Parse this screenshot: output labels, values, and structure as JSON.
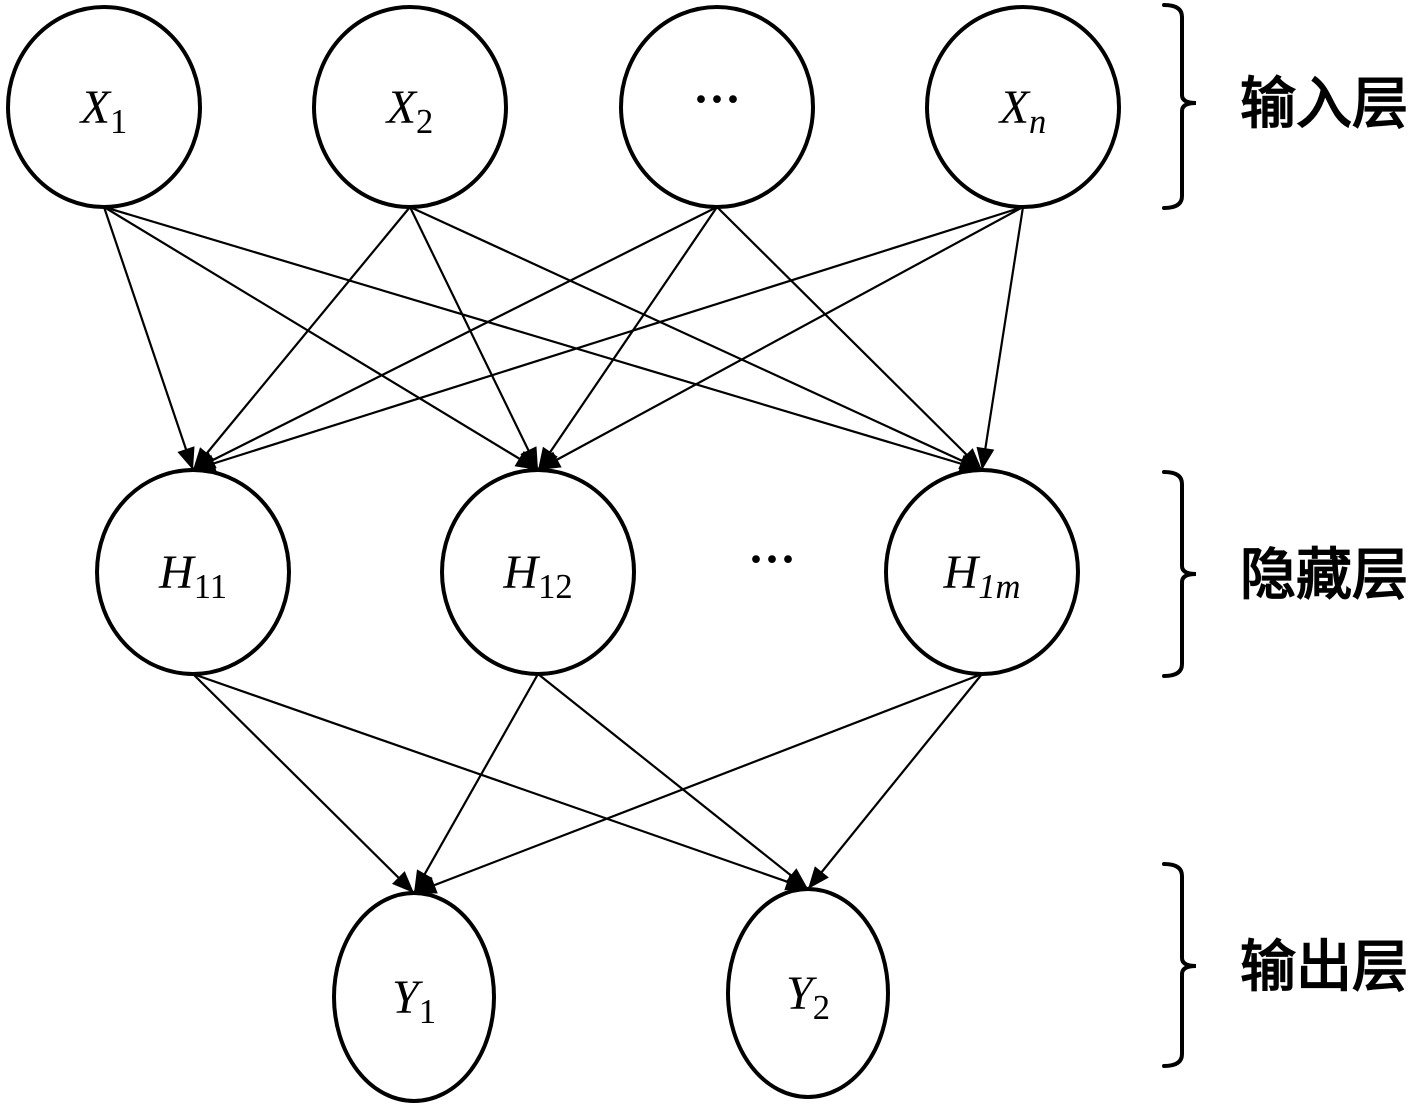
{
  "diagram": {
    "type": "neural-network",
    "layers": [
      {
        "id": "input",
        "label": "输入层",
        "nodes": [
          {
            "id": "x1",
            "main": "X",
            "sub": "1",
            "sub_italic": false
          },
          {
            "id": "x2",
            "main": "X",
            "sub": "2",
            "sub_italic": false
          },
          {
            "id": "xdots",
            "main": "···",
            "sub": "",
            "sub_italic": false
          },
          {
            "id": "xn",
            "main": "X",
            "sub": "n",
            "sub_italic": true
          }
        ]
      },
      {
        "id": "hidden",
        "label": "隐藏层",
        "nodes": [
          {
            "id": "h11",
            "main": "H",
            "sub": "11",
            "sub_italic": false
          },
          {
            "id": "h12",
            "main": "H",
            "sub": "12",
            "sub_italic": false
          },
          {
            "id": "h1m",
            "main": "H",
            "sub": "1m",
            "sub_italic": true
          }
        ],
        "ellipsis": "···"
      },
      {
        "id": "output",
        "label": "输出层",
        "nodes": [
          {
            "id": "y1",
            "main": "Y",
            "sub": "1",
            "sub_italic": false
          },
          {
            "id": "y2",
            "main": "Y",
            "sub": "2",
            "sub_italic": false
          }
        ]
      }
    ],
    "edges": [
      [
        "x1",
        "h11"
      ],
      [
        "x1",
        "h12"
      ],
      [
        "x1",
        "h1m"
      ],
      [
        "x2",
        "h11"
      ],
      [
        "x2",
        "h12"
      ],
      [
        "x2",
        "h1m"
      ],
      [
        "xdots",
        "h11"
      ],
      [
        "xdots",
        "h12"
      ],
      [
        "xdots",
        "h1m"
      ],
      [
        "xn",
        "h11"
      ],
      [
        "xn",
        "h12"
      ],
      [
        "xn",
        "h1m"
      ],
      [
        "h11",
        "y1"
      ],
      [
        "h11",
        "y2"
      ],
      [
        "h12",
        "y1"
      ],
      [
        "h12",
        "y2"
      ],
      [
        "h1m",
        "y1"
      ],
      [
        "h1m",
        "y2"
      ]
    ],
    "colors": {
      "stroke": "#000000",
      "background": "#ffffff"
    }
  }
}
